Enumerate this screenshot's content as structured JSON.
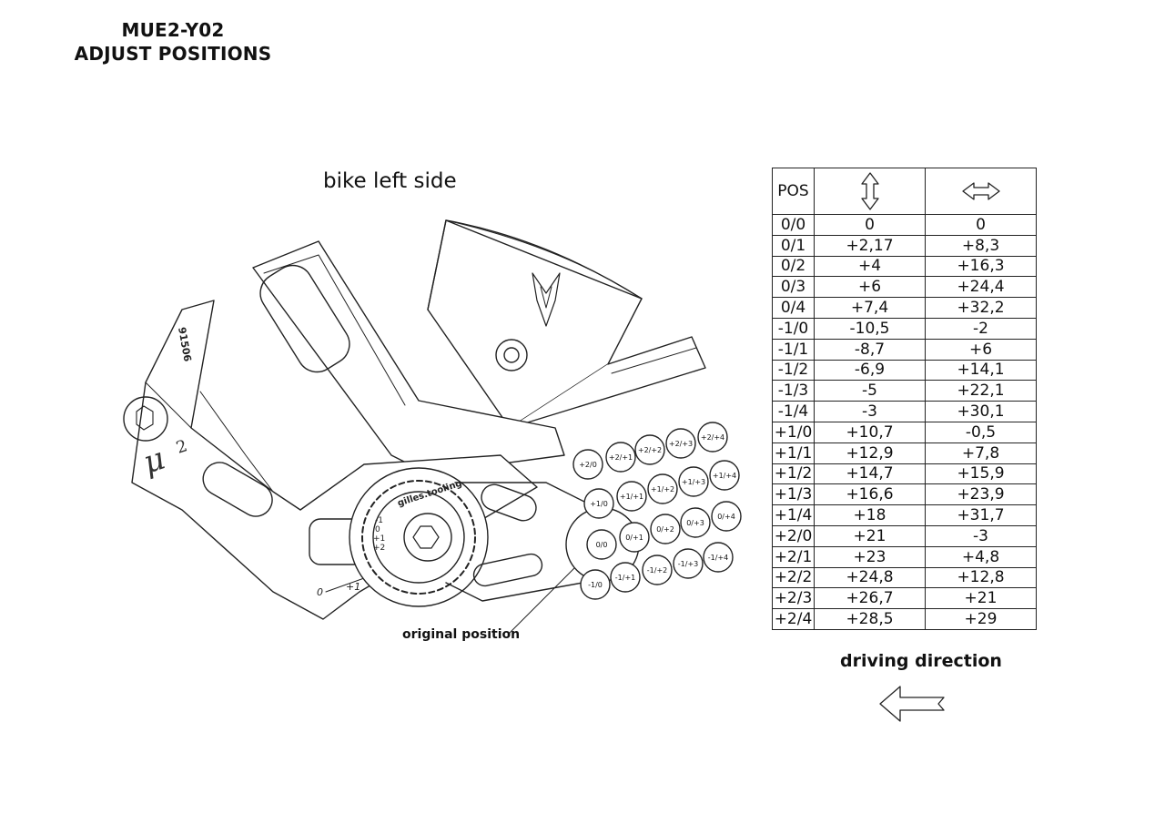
{
  "header": {
    "line1": "MUE2-Y02",
    "line2": "ADJUST POSITIONS"
  },
  "diagram": {
    "side_label": "bike left side",
    "original_position_label": "original position",
    "adapter_marks": [
      "-1",
      "0",
      "+1",
      "+2"
    ],
    "scale_marks": [
      "0",
      "+1"
    ],
    "brand_text": "gilles.tooling",
    "part_number": "91506",
    "logo_text": "μ",
    "logo_sup": "2",
    "hole_labels": [
      "+2/0",
      "+2/+1",
      "+2/+2",
      "+2/+3",
      "+2/+4",
      "+1/0",
      "+1/+1",
      "+1/+2",
      "+1/+3",
      "+1/+4",
      "0/0",
      "0/+1",
      "0/+2",
      "0/+3",
      "0/+4",
      "-1/0",
      "-1/+1",
      "-1/+2",
      "-1/+3",
      "-1/+4"
    ],
    "icons": {
      "vertical": "up-down-arrow-icon",
      "horizontal": "left-right-arrow-icon",
      "direction": "left-arrow-icon"
    }
  },
  "table": {
    "col_pos": "POS",
    "rows": [
      [
        "0/0",
        "0",
        "0"
      ],
      [
        "0/1",
        "+2,17",
        "+8,3"
      ],
      [
        "0/2",
        "+4",
        "+16,3"
      ],
      [
        "0/3",
        "+6",
        "+24,4"
      ],
      [
        "0/4",
        "+7,4",
        "+32,2"
      ],
      [
        "-1/0",
        "-10,5",
        "-2"
      ],
      [
        "-1/1",
        "-8,7",
        "+6"
      ],
      [
        "-1/2",
        "-6,9",
        "+14,1"
      ],
      [
        "-1/3",
        "-5",
        "+22,1"
      ],
      [
        "-1/4",
        "-3",
        "+30,1"
      ],
      [
        "+1/0",
        "+10,7",
        "-0,5"
      ],
      [
        "+1/1",
        "+12,9",
        "+7,8"
      ],
      [
        "+1/2",
        "+14,7",
        "+15,9"
      ],
      [
        "+1/3",
        "+16,6",
        "+23,9"
      ],
      [
        "+1/4",
        "+18",
        "+31,7"
      ],
      [
        "+2/0",
        "+21",
        "-3"
      ],
      [
        "+2/1",
        "+23",
        "+4,8"
      ],
      [
        "+2/2",
        "+24,8",
        "+12,8"
      ],
      [
        "+2/3",
        "+26,7",
        "+21"
      ],
      [
        "+2/4",
        "+28,5",
        "+29"
      ]
    ]
  },
  "footer": {
    "driving_direction": "driving direction"
  }
}
